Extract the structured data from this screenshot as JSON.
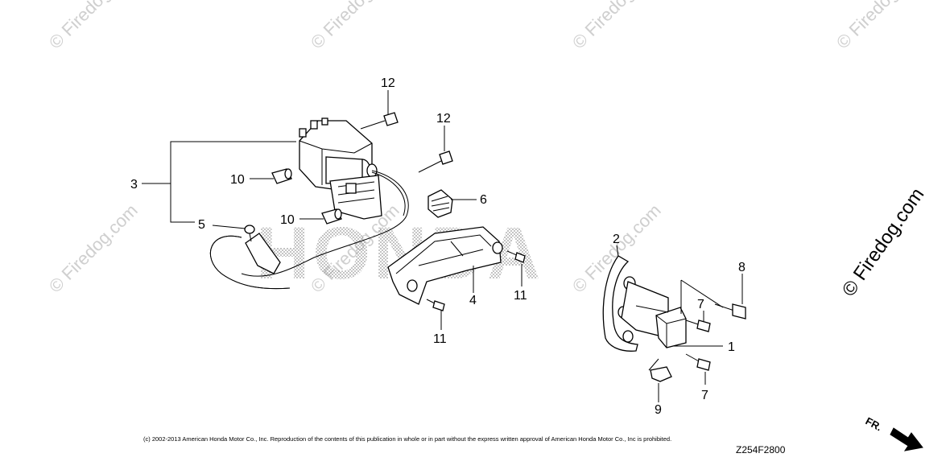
{
  "watermarks": {
    "small": "© Firedog.com",
    "large": "© Firedog.com",
    "logo": "HONDA"
  },
  "callouts": {
    "c1": "1",
    "c2": "2",
    "c3": "3",
    "c4": "4",
    "c5": "5",
    "c6": "6",
    "c7a": "7",
    "c7b": "7",
    "c8": "8",
    "c9": "9",
    "c10a": "10",
    "c10b": "10",
    "c11a": "11",
    "c11b": "11",
    "c12a": "12",
    "c12b": "12"
  },
  "footer": {
    "copyright": "(c) 2002-2013 American Honda Motor Co., Inc. Reproduction of the contents of this publication in whole or in part without the express written approval of American Honda Motor Co., Inc is prohibited.",
    "diagram_code": "Z254F2800"
  },
  "direction_marker": {
    "label": "FR."
  }
}
